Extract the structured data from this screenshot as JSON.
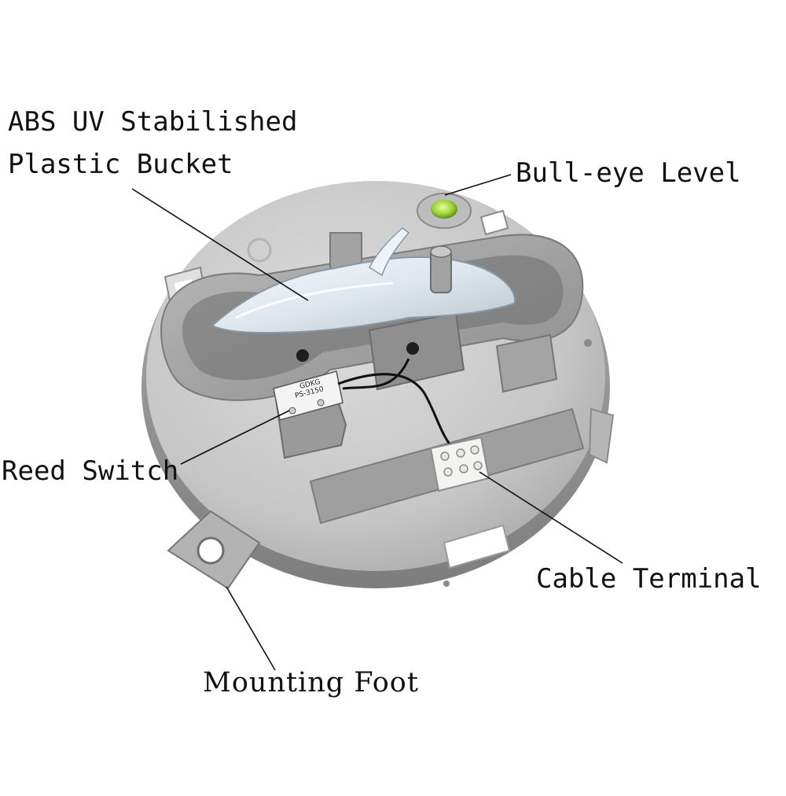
{
  "labels": {
    "bucket_line1": "ABS UV Stabilished",
    "bucket_line2": "Plastic Bucket",
    "level": "Bull-eye Level",
    "reed_switch": "Reed Switch",
    "cable_terminal": "Cable Terminal",
    "mounting_foot": "Mounting Foot"
  },
  "device_markings": {
    "brand": "GDKG",
    "model": "PS-3150"
  },
  "colors": {
    "base_plate": "#c9c9c9",
    "base_plate_edge": "#8f8f8f",
    "bucket_tray": "#a6a6a6",
    "plastic_bucket": "#e4ecf3",
    "bubble_level": "#9bd63a",
    "leader_line": "#111111"
  }
}
